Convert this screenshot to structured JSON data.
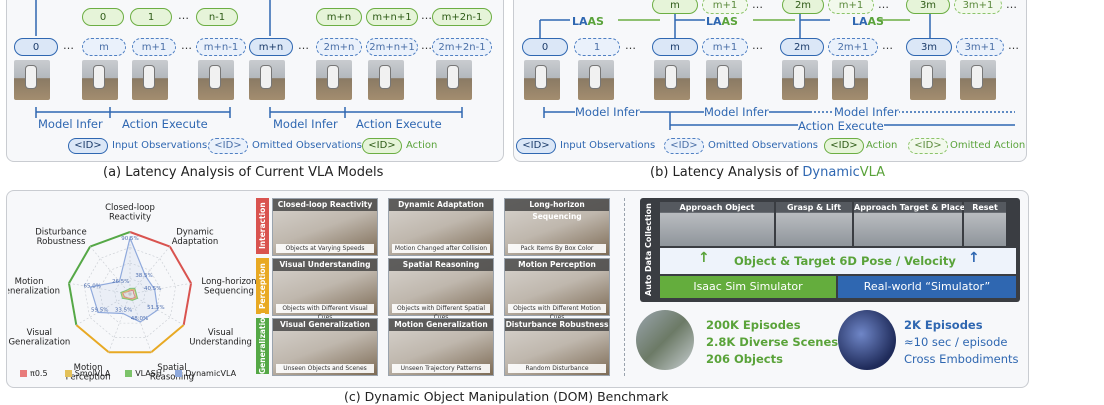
{
  "panel_a": {
    "top_actions": [
      "0",
      "1",
      "n-1",
      "m+n",
      "m+n+1",
      "m+2n-1"
    ],
    "obs": [
      "0",
      "m+n"
    ],
    "omitted": [
      "m",
      "m+1",
      "m+n-1",
      "2m+n",
      "2m+n+1",
      "2m+2n-1"
    ],
    "legend_id": "<ID>",
    "legend_input": "Input Observations",
    "legend_omitted": "Omitted Observations",
    "legend_action": "Action",
    "infer1": "Model Infer",
    "exec1": "Action Execute",
    "infer2": "Model Infer",
    "exec2": "Action Execute",
    "caption": "(a) Latency Analysis of Current VLA Models"
  },
  "panel_b": {
    "laas": "LAAS",
    "laas_l": "LA",
    "laas_r": "AS",
    "actions": [
      "m",
      "m+1",
      "2m",
      "m+1",
      "3m",
      "3m+1"
    ],
    "obs": [
      "0",
      "m",
      "2m",
      "3m"
    ],
    "omitted": [
      "1",
      "m+1",
      "2m+1",
      "3m+1"
    ],
    "infer": "Model Infer",
    "exec": "Action Execute",
    "legend_id": "<ID>",
    "legend_input": "Input Observations",
    "legend_omitted": "Omitted Observations",
    "legend_action": "Action",
    "legend_omit_action": "Omitted Action",
    "caption_prefix": "(b) Latency Analysis of ",
    "caption_dynamic": "Dynamic",
    "caption_vla": "VLA"
  },
  "radar": {
    "axes": [
      "Closed-loop\nReactivity",
      "Dynamic\nAdaptation",
      "Long-horizon\nSequencing",
      "Visual\nUnderstanding",
      "Spatial\nReasoning",
      "Motion\nPerception",
      "Visual\nGeneralization",
      "Motion\nGeneralization",
      "Disturbance\nRobustness"
    ],
    "tick_labels": [
      "90.5%",
      "38.5%",
      "40.5%",
      "51.5%",
      "48.0%",
      "33.5%",
      "59.5%",
      "65.0%",
      "26.5%"
    ],
    "legend": [
      {
        "name": "π0.5",
        "color": "#e87b7b"
      },
      {
        "name": "SmolVLA",
        "color": "#e3c15a"
      },
      {
        "name": "VLASH",
        "color": "#7cc36a"
      },
      {
        "name": "DynamicVLA",
        "color": "#8fa9dc"
      }
    ]
  },
  "chart_data": {
    "type": "radar",
    "categories": [
      "Closed-loop Reactivity",
      "Dynamic Adaptation",
      "Long-horizon Sequencing",
      "Visual Understanding",
      "Spatial Reasoning",
      "Motion Perception",
      "Visual Generalization",
      "Motion Generalization",
      "Disturbance Robustness"
    ],
    "series": [
      {
        "name": "π0.5",
        "values": [
          5,
          8,
          6,
          10,
          8,
          7,
          10,
          12,
          5
        ]
      },
      {
        "name": "SmolVLA",
        "values": [
          7,
          10,
          9,
          12,
          10,
          8,
          12,
          13,
          6
        ]
      },
      {
        "name": "VLASH",
        "values": [
          9,
          12,
          10,
          14,
          11,
          9,
          14,
          15,
          8
        ]
      },
      {
        "name": "DynamicVLA",
        "values": [
          90.5,
          38.5,
          40.5,
          51.5,
          48.0,
          33.5,
          59.5,
          65.0,
          26.5
        ]
      }
    ],
    "ylim": [
      0,
      100
    ]
  },
  "categories": [
    {
      "label": "Interaction",
      "color": "#d9534f",
      "tiles": [
        {
          "title": "Closed-loop Reactivity",
          "sub": "Objects at Varying Speeds"
        },
        {
          "title": "Dynamic Adaptation",
          "sub": "Motion Changed after Collision"
        },
        {
          "title": "Long-horizon Sequencing",
          "sub": "Pack Items By Box Color"
        }
      ]
    },
    {
      "label": "Perception",
      "color": "#e8a923",
      "tiles": [
        {
          "title": "Visual Understanding",
          "sub": "Objects with Different Visual Cues"
        },
        {
          "title": "Spatial Reasoning",
          "sub": "Objects with Different Spatial Cues"
        },
        {
          "title": "Motion Perception",
          "sub": "Objects with Different Motion Cues"
        }
      ]
    },
    {
      "label": "Generalization",
      "color": "#55a846",
      "tiles": [
        {
          "title": "Visual Generalization",
          "sub": "Unseen Objects and Scenes"
        },
        {
          "title": "Motion Generalization",
          "sub": "Unseen Trajectory Patterns"
        },
        {
          "title": "Disturbance Robustness",
          "sub": "Random Disturbance"
        }
      ]
    }
  ],
  "auto_data": {
    "side_label": "Auto Data Collection",
    "stages": [
      "Approach Object",
      "Grasp & Lift",
      "Approach Target & Place",
      "Reset"
    ],
    "pose_label": "Object & Target 6D Pose / Velocity",
    "isaac": "Isaac Sim Simulator",
    "real": "Real-world “Simulator”"
  },
  "stats_sim": [
    "200K Episodes",
    "2.8K Diverse Scenes",
    "206 Objects"
  ],
  "stats_real": [
    "2K Episodes",
    "≈10 sec / episode",
    "Cross Embodiments"
  ],
  "caption_c": "(c) Dynamic Object Manipulation (DOM) Benchmark"
}
